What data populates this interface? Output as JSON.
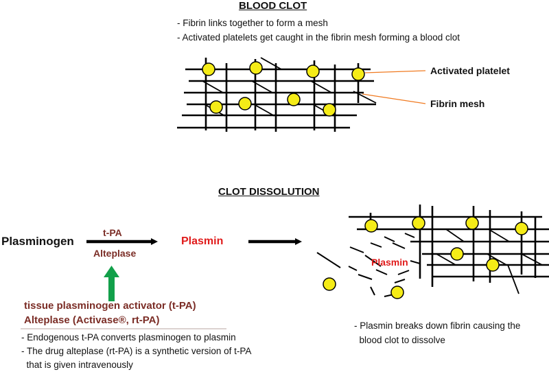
{
  "blood_clot": {
    "title": "BLOOD CLOT",
    "notes": [
      "- Fibrin links together to form a mesh",
      "- Activated platelets get caught in the fibrin mesh forming a blood clot"
    ],
    "callouts": {
      "platelet": "Activated platelet",
      "fibrin": "Fibrin mesh"
    }
  },
  "dissolution": {
    "title": "CLOT DISSOLUTION",
    "plasminogen": "Plasminogen",
    "arrow_top": "t-PA",
    "arrow_bottom": "Alteplase",
    "plasmin": "Plasmin",
    "mesh_label": "Plasmin",
    "mesh_note": [
      "- Plasmin breaks down fibrin causing the",
      "  blood clot to dissolve"
    ]
  },
  "tpa": {
    "heading1": "tissue plasminogen activator (t-PA)",
    "heading2": "Alteplase (Activase®, rt-PA)",
    "notes": [
      "- Endogenous t-PA converts plasminogen to plasmin",
      "- The drug alteplase (rt-PA) is a synthetic version of t-PA",
      "  that is given intravenously"
    ]
  },
  "colors": {
    "platelet": "#f5ec17",
    "plasmin": "#e01b1b",
    "label": "#7b2d26",
    "arrow_green": "#12a04a",
    "callout_line": "#f07a20"
  }
}
